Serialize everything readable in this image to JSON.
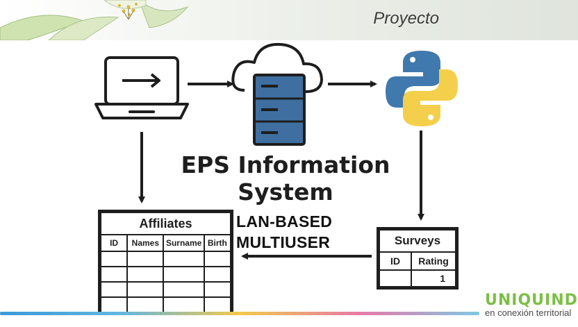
{
  "header": {
    "title": "Proyecto"
  },
  "diagram": {
    "heading_line1": "EPS Information",
    "heading_line2": "System",
    "side_label_line1": "LAN-BASED",
    "side_label_line2": "MULTIUSER",
    "nodes": {
      "laptop": {
        "icon": "laptop-icon"
      },
      "server": {
        "icon": "cloud-server-icon"
      },
      "python": {
        "icon": "python-logo-icon",
        "colors": [
          "#3776ab",
          "#ffd343"
        ]
      }
    },
    "affiliates_table": {
      "title": "Affiliates",
      "columns": [
        "ID",
        "Names",
        "Surname",
        "Birth"
      ]
    },
    "surveys_table": {
      "title": "Surveys",
      "columns": [
        "ID",
        "Rating"
      ],
      "rows": [
        [
          "",
          "1"
        ]
      ]
    }
  },
  "logo": {
    "name": "UNIQUINDÍO",
    "tagline": "en conexión territorial",
    "color": "#7bbf44"
  }
}
